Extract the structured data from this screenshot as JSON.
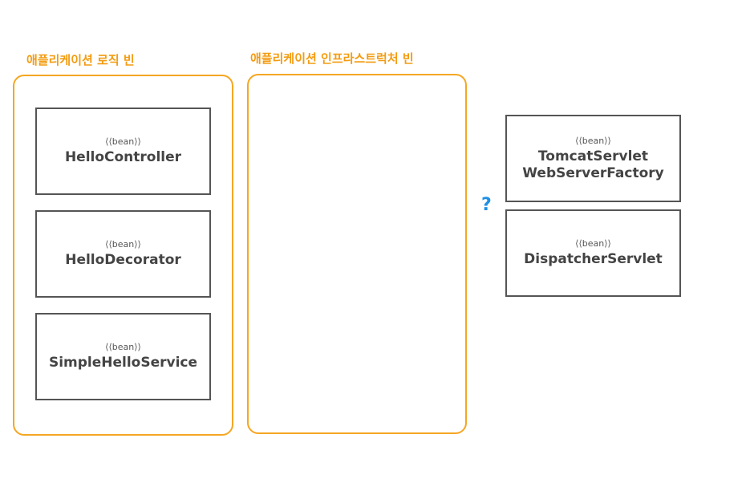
{
  "groups": {
    "logic_title": "애플리케이션 로직 빈",
    "infra_title": "애플리케이션 인프라스트럭처 빈"
  },
  "stereotype": "⟨⟨bean⟩⟩",
  "logic_beans": [
    {
      "name": "HelloController"
    },
    {
      "name": "HelloDecorator"
    },
    {
      "name": "SimpleHelloService"
    }
  ],
  "external_beans": [
    {
      "line1": "TomcatServlet",
      "line2": "WebServerFactory"
    },
    {
      "line1": "DispatcherServlet"
    }
  ],
  "question_mark": "?",
  "colors": {
    "group_border": "#f5a623",
    "group_title": "#f39c12",
    "bean_border": "#555555",
    "question_mark": "#1e90e6"
  }
}
